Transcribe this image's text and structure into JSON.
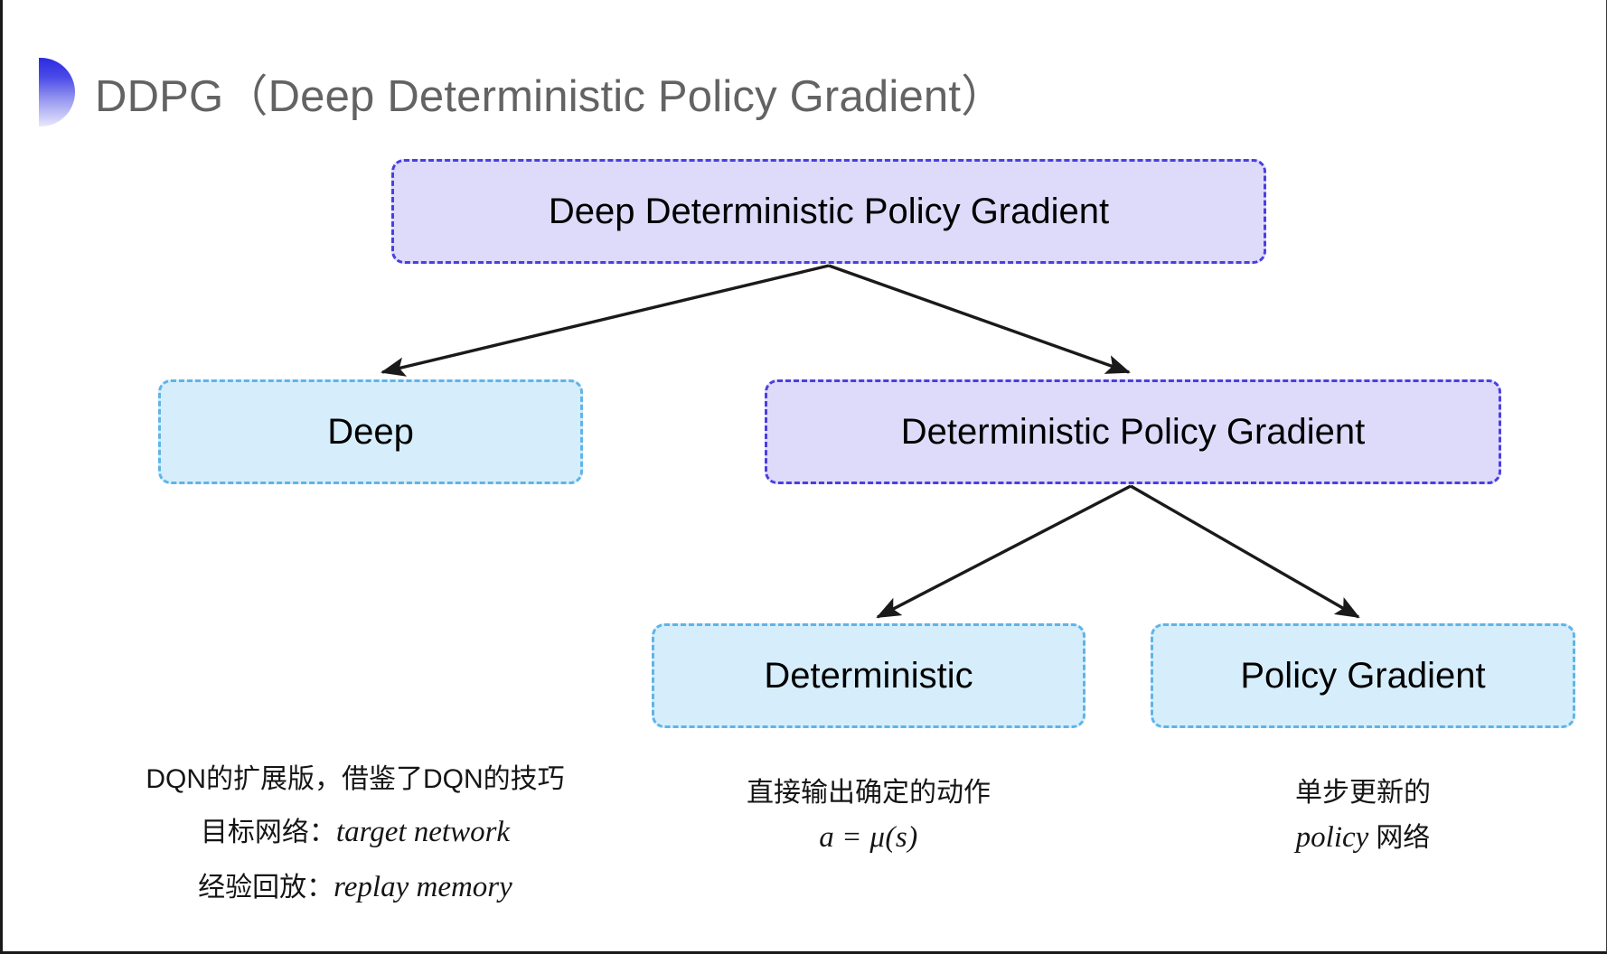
{
  "slide": {
    "title": "DDPG（Deep Deterministic Policy Gradient）",
    "bullet_icon": "half-ellipse-gradient-icon",
    "background_color": "#ffffff"
  },
  "colors": {
    "purple_fill": "#dedbfa",
    "purple_border": "#4a3fe0",
    "cyan_fill": "#d6eefb",
    "cyan_border": "#5fb4e8",
    "title_text": "#636363",
    "arrow": "#1a1a1a"
  },
  "diagram": {
    "type": "tree",
    "nodes": [
      {
        "id": "root",
        "label": "Deep Deterministic Policy Gradient",
        "style": "purple"
      },
      {
        "id": "deep",
        "label": "Deep",
        "style": "cyan"
      },
      {
        "id": "dpg",
        "label": "Deterministic Policy Gradient",
        "style": "purple"
      },
      {
        "id": "det",
        "label": "Deterministic",
        "style": "cyan"
      },
      {
        "id": "pg",
        "label": "Policy Gradient",
        "style": "cyan"
      }
    ],
    "edges": [
      {
        "from": "root",
        "to": "deep"
      },
      {
        "from": "root",
        "to": "dpg"
      },
      {
        "from": "dpg",
        "to": "det"
      },
      {
        "from": "dpg",
        "to": "pg"
      }
    ]
  },
  "annotations": {
    "deep": {
      "line1": "DQN的扩展版，借鉴了DQN的技巧",
      "line2_label": "目标网络：",
      "line2_term": "target network",
      "line3_label": "经验回放：",
      "line3_term": "replay memory"
    },
    "deterministic": {
      "line1": "直接输出确定的动作",
      "formula_lhs": "a",
      "formula_op": "=",
      "formula_rhs": "μ(s)"
    },
    "policy_gradient": {
      "line1": "单步更新的",
      "line2_term": "policy",
      "line2_suffix": "网络"
    }
  }
}
